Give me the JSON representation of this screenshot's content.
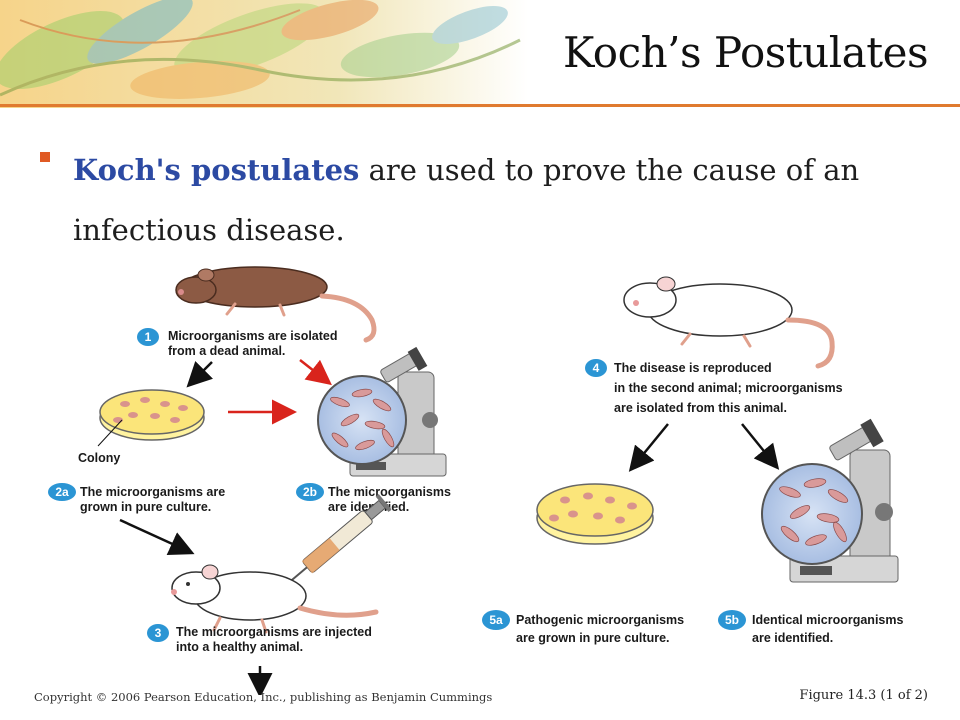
{
  "slide": {
    "title": "Koch’s Postulates",
    "bullet": {
      "term": "Koch's postulates",
      "rest": " are used to prove the cause of an infectious disease."
    },
    "copyright": "Copyright © 2006 Pearson Education, Inc., publishing as Benjamin Cummings",
    "figure_caption": "Figure 14.3 (1 of 2)"
  },
  "diagram": {
    "steps": [
      {
        "num": "1",
        "lines": [
          "Microorganisms are isolated",
          "from a dead animal."
        ]
      },
      {
        "num": "2a",
        "lines": [
          "The microorganisms are",
          "grown in pure culture."
        ]
      },
      {
        "num": "2b",
        "lines": [
          "The microorganisms",
          "are identified."
        ]
      },
      {
        "num": "3",
        "lines": [
          "The microorganisms are injected",
          "into a healthy animal."
        ]
      },
      {
        "num": "4",
        "lines": [
          "The disease is reproduced",
          "in the second animal; microorganisms",
          "are isolated from this animal."
        ]
      },
      {
        "num": "5a",
        "lines": [
          "Pathogenic microorganisms",
          "are grown in pure culture."
        ]
      },
      {
        "num": "5b",
        "lines": [
          "Identical microorganisms",
          "are identified."
        ]
      }
    ],
    "colony_label": "Colony"
  },
  "colors": {
    "accent": "#e07a2f",
    "term": "#2c4aa3",
    "bullet": "#e05a24",
    "step_badge": "#2b95d4",
    "arrow_red": "#d9241c",
    "arrow_black": "#111111"
  },
  "icons": [
    "mouse-dead-icon",
    "mouse-healthy-icon",
    "mouse-sick-icon",
    "petri-dish-icon",
    "microscope-icon",
    "syringe-icon"
  ]
}
